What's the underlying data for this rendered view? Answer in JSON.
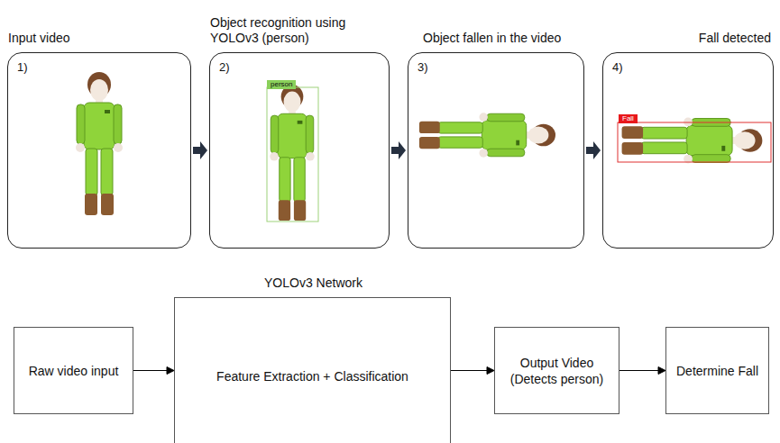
{
  "diagram": {
    "nodes": [
      {
        "text": [
          "Input video",
          "1)"
        ]
      },
      {
        "text": [
          "Object recognition using YOLOv3 (person)",
          "2)"
        ]
      },
      {
        "text": [
          "person"
        ],
        "in": 1
      },
      {
        "text": [
          "Object fallen in the video",
          "3)"
        ]
      },
      {
        "text": [
          "Fall detected",
          "4)"
        ]
      },
      {
        "text": [
          "Fall"
        ],
        "in": 4
      },
      {
        "text": [
          "Raw video input"
        ]
      },
      {
        "text": [
          "YOLOv3 Network",
          "Feature Extraction + Classification"
        ]
      },
      {
        "text": [
          "Output Video (Detects person)"
        ]
      },
      {
        "text": [
          "Determine Fall"
        ]
      }
    ],
    "edges": [
      {
        "from": 0,
        "to": 1,
        "arrow": "to"
      },
      {
        "from": 1,
        "to": 3,
        "arrow": "to"
      },
      {
        "from": 3,
        "to": 4,
        "arrow": "to"
      },
      {
        "from": 6,
        "to": 7,
        "arrow": "to"
      },
      {
        "from": 7,
        "to": 8,
        "arrow": "to"
      },
      {
        "from": 8,
        "to": 9,
        "arrow": "to"
      }
    ]
  }
}
